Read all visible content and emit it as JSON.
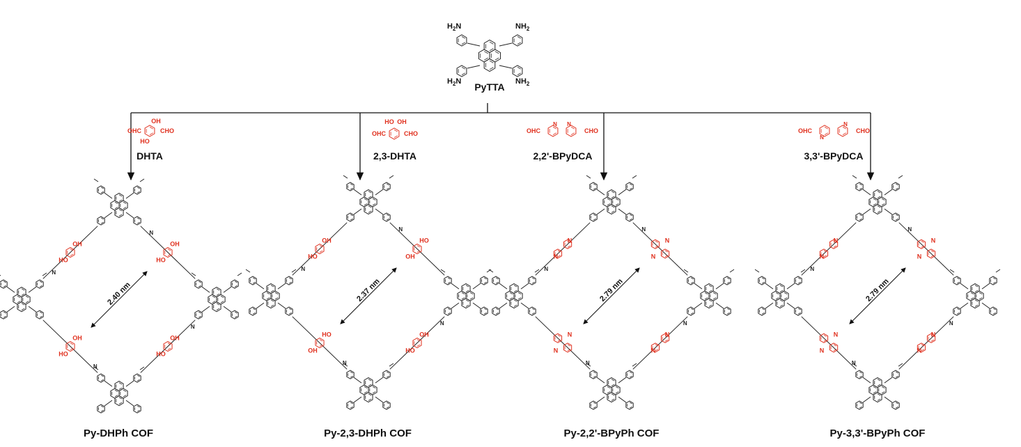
{
  "top": {
    "name": "PyTTA",
    "amine": "NH",
    "amine_sub": "2",
    "amine_pre": "H",
    "amine_pre_sub": "2",
    "amine_pre_n": "N"
  },
  "linkers": [
    {
      "name": "DHTA",
      "cho_left": "OHC",
      "cho_right": "CHO",
      "oh_top": "OH",
      "oh_bottom": "HO"
    },
    {
      "name": "2,3-DHTA",
      "cho_left": "OHC",
      "cho_right": "CHO",
      "oh_top": "HO",
      "oh_top2": "OH"
    },
    {
      "name": "2,2'-BPyDCA",
      "cho_left": "OHC",
      "cho_right": "CHO",
      "n1": "N",
      "n2": "N"
    },
    {
      "name": "3,3'-BPyDCA",
      "cho_left": "OHC",
      "cho_right": "CHO",
      "n1": "N",
      "n2": "N"
    }
  ],
  "cofs": [
    {
      "name": "Py-DHPh COF",
      "pore": "2.40 nm",
      "sub": [
        "OH",
        "HO",
        "OH",
        "HO",
        "OH",
        "HO",
        "OH",
        "HO"
      ]
    },
    {
      "name": "Py-2,3-DHPh COF",
      "pore": "2.37 nm",
      "sub": [
        "HO",
        "OH",
        "OH",
        "HO",
        "HO",
        "OH",
        "OH",
        "HO"
      ]
    },
    {
      "name": "Py-2,2'-BPyPh COF",
      "pore": "2.79 nm",
      "sub": [
        "N",
        "N",
        "N",
        "N",
        "N",
        "N",
        "N",
        "N"
      ]
    },
    {
      "name": "Py-3,3'-BPyPh COF",
      "pore": "2.79 nm",
      "sub": [
        "N",
        "N",
        "N",
        "N",
        "N",
        "N",
        "N",
        "N"
      ]
    }
  ],
  "imine_n": "N",
  "colors": {
    "linker": "#e0301e",
    "frame": "#222222",
    "background": "#ffffff"
  }
}
